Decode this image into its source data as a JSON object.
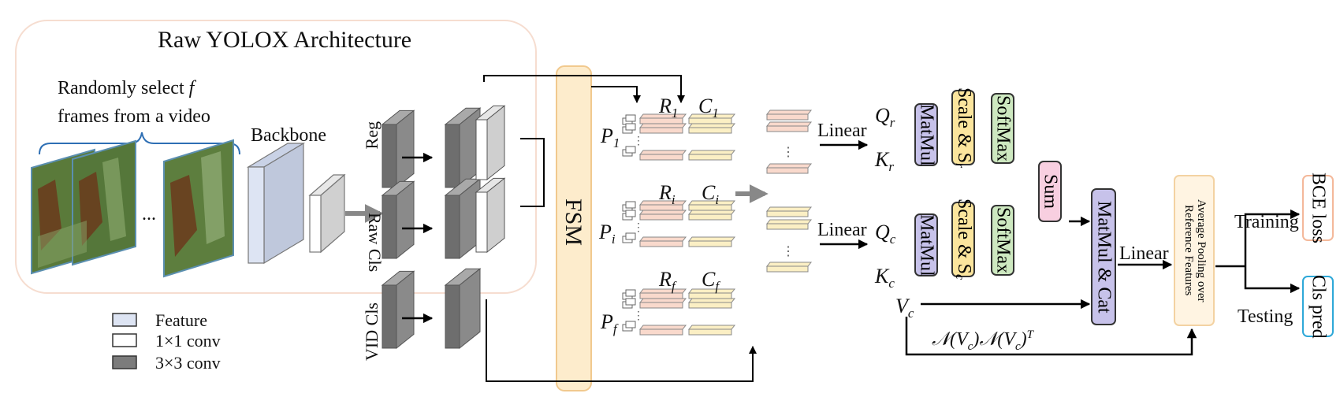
{
  "title": "Raw YOLOX Architecture",
  "input_caption_line1": "Randomly select",
  "input_caption_var": "f",
  "input_caption_line2": "frames from a video",
  "ellipsis": "...",
  "backbone_label": "Backbone",
  "head_labels": {
    "reg": "Reg",
    "raw_cls": "Raw Cls",
    "vid_cls": "VID Cls"
  },
  "legend": [
    {
      "label": "Feature",
      "color": "#dde4f3"
    },
    {
      "label": "1×1 conv",
      "color": "#ffffff"
    },
    {
      "label": "3×3 conv",
      "color": "#7c7c7c"
    }
  ],
  "fsm_label": "FSM",
  "proposals": [
    {
      "p": "P",
      "p_sub": "1",
      "r": "R",
      "r_sub": "1",
      "c": "C",
      "c_sub": "1"
    },
    {
      "p": "P",
      "p_sub": "i",
      "r": "R",
      "r_sub": "i",
      "c": "C",
      "c_sub": "i"
    },
    {
      "p": "P",
      "p_sub": "f",
      "r": "R",
      "r_sub": "f",
      "c": "C",
      "c_sub": "f"
    }
  ],
  "linear_label": "Linear",
  "attention_inputs": {
    "qr": "Q",
    "qr_sub": "r",
    "kr": "K",
    "kr_sub": "r",
    "qc": "Q",
    "qc_sub": "c",
    "kc": "K",
    "kc_sub": "c",
    "vc": "V",
    "vc_sub": "c"
  },
  "ops": {
    "matmul": "MatMul",
    "scale_r": "Scale & S",
    "scale_r_sub": "r",
    "scale_c": "Scale & S",
    "scale_c_sub": "c",
    "softmax": "SoftMax",
    "sum": "Sum",
    "matmul_cat": "MatMul & Cat",
    "avg_pool": "Average Pooling over Reference Features"
  },
  "similarity_expr": "𝒩(V_c)𝒩(V_c)^T",
  "similarity_parts": {
    "n1": "𝒩(",
    "v1": "V",
    "s1": "c",
    "mid": ")𝒩(",
    "v2": "V",
    "s2": "c",
    "end": ")",
    "sup": "T"
  },
  "branch_labels": {
    "training": "Training",
    "testing": "Testing"
  },
  "outputs": {
    "bce": "BCE loss",
    "cls_pred": "Cls pred"
  },
  "colors": {
    "fsm_fill": "#fdeccc",
    "fsm_border": "#f1c98e",
    "matmul": "#c7c2ea",
    "scale": "#fbe59d",
    "softmax": "#cde8c0",
    "sum": "#f8cfe0",
    "avgpool_fill": "#fff4e2",
    "avgpool_border": "#f3d2a2",
    "bce_border": "#f4b89a",
    "cls_border": "#2ea8d8",
    "r_feat": "#f9d9cc",
    "c_feat": "#fbefc4",
    "arch_border": "#f6ddd0",
    "feature": "#dde4f3",
    "conv3": "#7c7c7c"
  }
}
